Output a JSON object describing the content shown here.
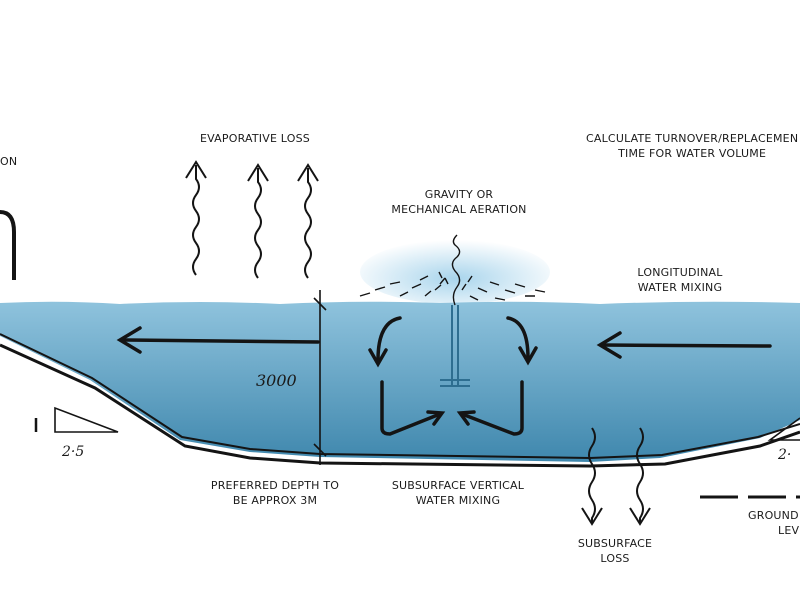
{
  "labels": {
    "evaporative_loss": "EVAPORATIVE LOSS",
    "turnover_line1": "CALCULATE TURNOVER/REPLACEMEN",
    "turnover_line2": "TIME FOR WATER VOLUME",
    "aeration_line1": "GRAVITY OR",
    "aeration_line2": "MECHANICAL AERATION",
    "longitudinal_line1": "LONGITUDINAL",
    "longitudinal_line2": "WATER MIXING",
    "preferred_line1": "PREFERRED DEPTH TO",
    "preferred_line2": "BE APPROX 3M",
    "vertical_line1": "SUBSURFACE VERTICAL",
    "vertical_line2": "WATER MIXING",
    "subsurface_line1": "SUBSURFACE",
    "subsurface_line2": "LOSS",
    "ground_line1": "GROUND",
    "ground_line2": "LEV",
    "left_cut_line1": "ON",
    "depth_value": "3000",
    "slope_left_rise": "1",
    "slope_left_run": "2·5",
    "slope_right_run": "2·"
  },
  "colors": {
    "water_light": "#8fc3dd",
    "water_dark": "#3f87ad",
    "spray": "#9fd0ea",
    "ink": "#141414"
  }
}
